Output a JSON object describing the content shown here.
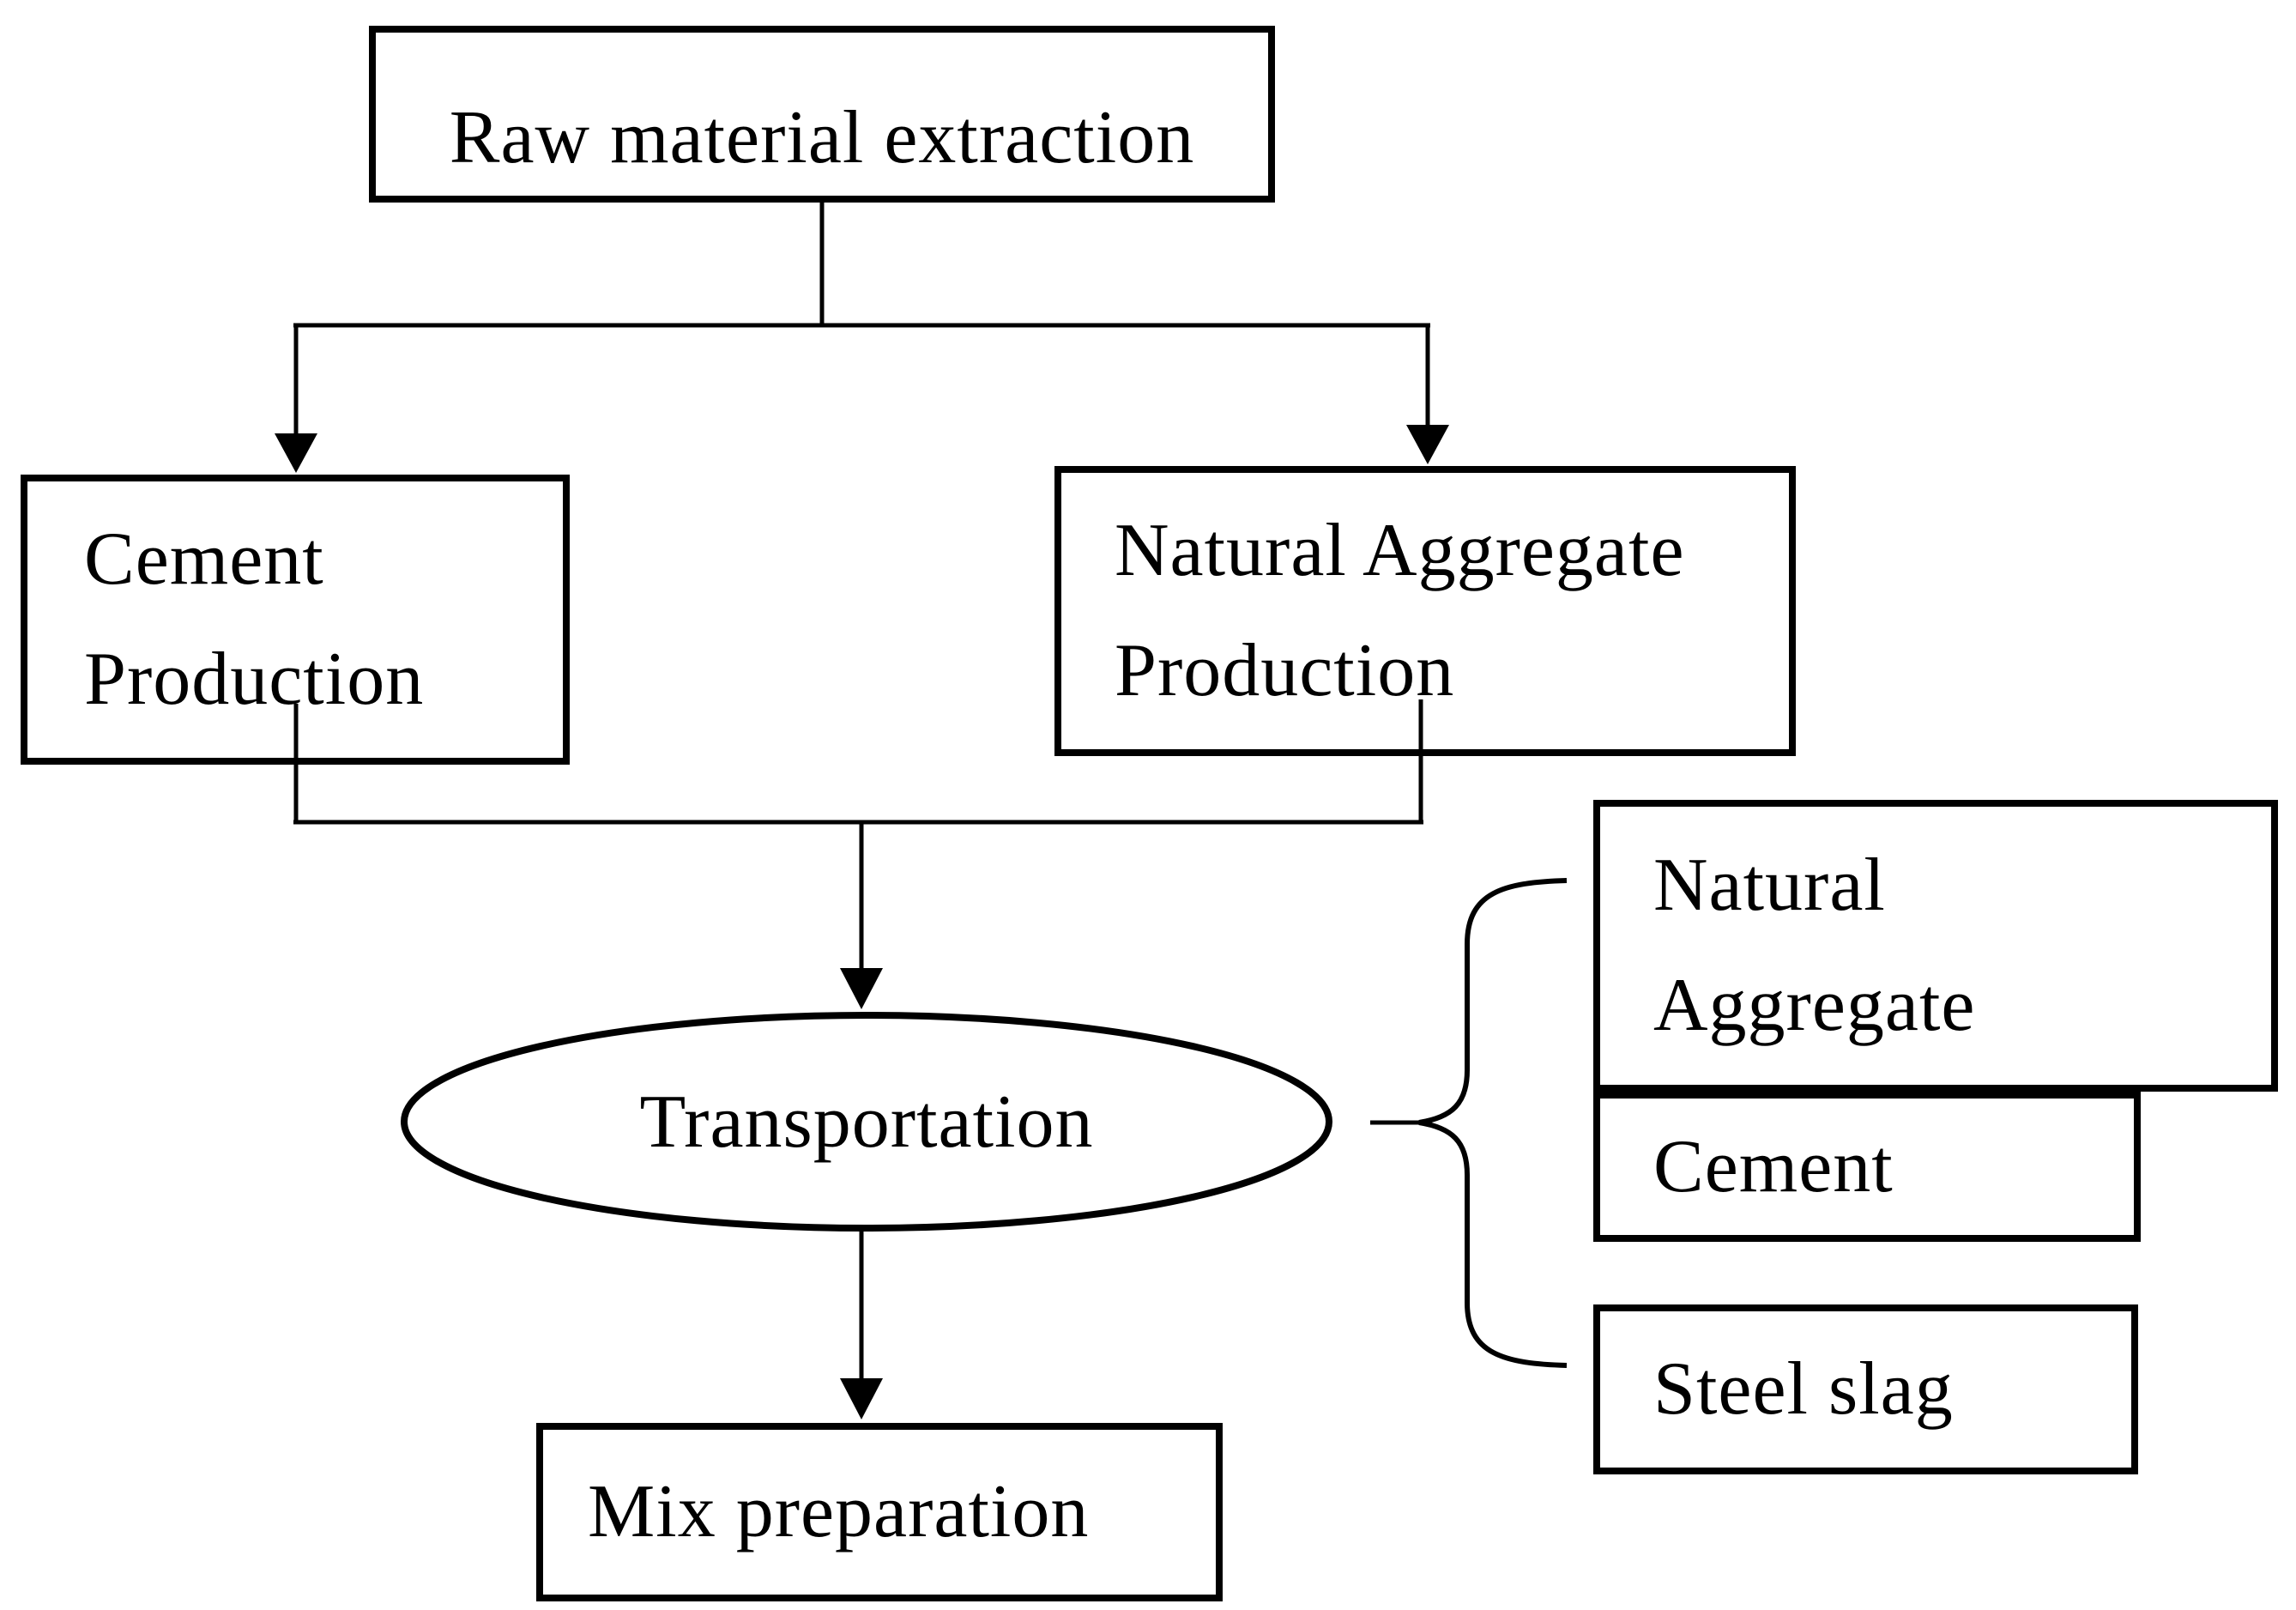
{
  "figure": {
    "background_color": "#ffffff",
    "line_color": "#000000",
    "nodes": {
      "raw_material_extraction": {
        "label": "Raw material extraction",
        "shape": "rectangle"
      },
      "cement_production": {
        "line1": "Cement",
        "line2": "Production",
        "shape": "rectangle"
      },
      "natural_aggregate_production": {
        "line1": "Natural Aggregate",
        "line2": "Production",
        "shape": "rectangle"
      },
      "transportation": {
        "label": "Transportation",
        "shape": "ellipse"
      },
      "mix_preparation": {
        "label": "Mix preparation",
        "shape": "rectangle"
      },
      "natural_aggregate": {
        "line1": "Natural",
        "line2": "Aggregate",
        "shape": "rectangle"
      },
      "cement": {
        "label": "Cement",
        "shape": "rectangle"
      },
      "steel_slag": {
        "label": "Steel slag",
        "shape": "rectangle"
      }
    },
    "edges": [
      {
        "from": "raw_material_extraction",
        "to": "cement_production",
        "connector": "arrow"
      },
      {
        "from": "raw_material_extraction",
        "to": "natural_aggregate_production",
        "connector": "arrow"
      },
      {
        "from": "cement_production",
        "to": "transportation",
        "connector": "arrow"
      },
      {
        "from": "natural_aggregate_production",
        "to": "transportation",
        "connector": "arrow"
      },
      {
        "from": "transportation",
        "to": "mix_preparation",
        "connector": "arrow"
      },
      {
        "from": "transportation",
        "to": "natural_aggregate, cement, steel_slag",
        "connector": "curly-brace"
      }
    ]
  }
}
